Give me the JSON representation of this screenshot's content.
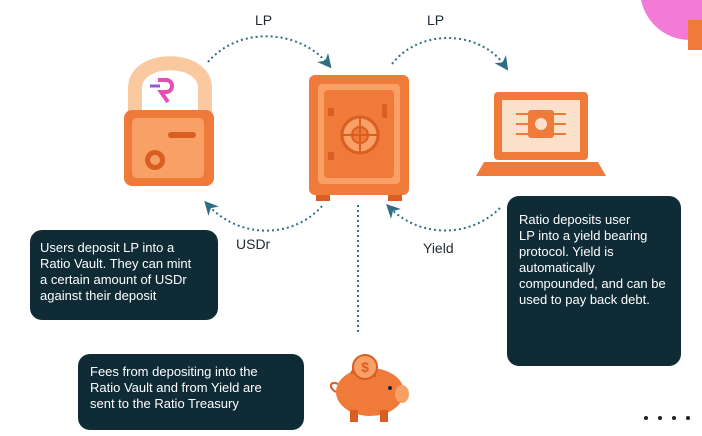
{
  "flow_labels": {
    "lp_left": "LP",
    "lp_right": "LP",
    "usdr": "USDr",
    "yield": "Yield"
  },
  "callouts": {
    "deposit": "Users deposit LP into a\nRatio Vault. They can mint\na certain amount of USDr\nagainst their deposit",
    "yield_protocol": "Ratio deposits user\nLP into a yield bearing\nprotocol. Yield is\nautomatically\ncompounded, and can be\nused to pay back debt.",
    "fees": "Fees from depositing into the\nRatio Vault and from Yield are\nsent to the Ratio Treasury"
  },
  "icons": {
    "lock": "padlock-with-ratio-logo-icon",
    "vault": "vault-safe-icon",
    "laptop": "laptop-with-chip-icon",
    "piggy": "piggy-bank-with-coin-icon",
    "more": "more-dots-icon"
  },
  "colors": {
    "accent_orange": "#f07a3a",
    "dark_orange": "#d95e22",
    "light_orange": "#f8a066",
    "callout_bg": "#0f2b36",
    "pink_corner": "#f27bd8",
    "arrow_color": "#2e6e86"
  }
}
